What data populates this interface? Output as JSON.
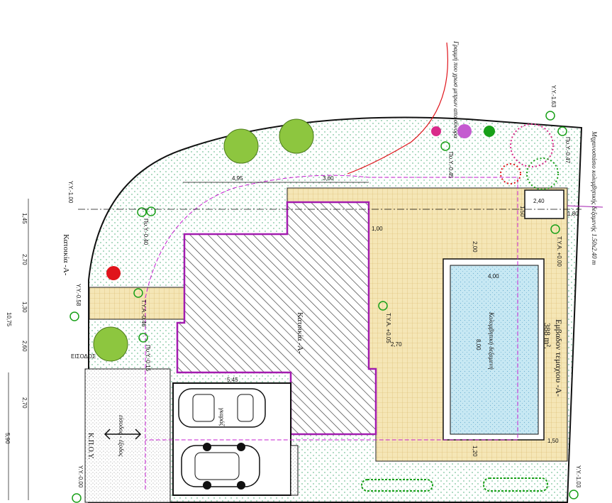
{
  "building_label": "Κατοικία -Α-",
  "building_label_left": "Κατοικία -Α-",
  "plot_area_label": "Εμβαδον τεμαχιου -Α-",
  "plot_area_value": "388 m².",
  "pool_label": "Κολυμβητική δεξαμενή",
  "garage_label": "γκαράζ",
  "entrance_label": "ΕΙΣΟΔΟΣ",
  "road_label": "Κ.Π.Ο.Υ.",
  "entrance_sign": "είσοδος - έξοδος",
  "red_note": "Γραμμή που χρωσ μετρων απο σύνορα",
  "pump_note": "Μηχανοστάσιο κολυμβητικής δεξαμενής 1.50x2.40 m",
  "level_labels": {
    "yy_left_top": "Υ.Υ.-1.00",
    "yy_top_right": "Υ.Υ.-1.63",
    "yy_mid_left": "Υ.Υ.-0.58",
    "yy_bottom_left": "Υ.Υ.-0.00",
    "yy_bottom_right": "Υ.Υ.-1.03",
    "pv_047": "Πυ.Υ.-0.47",
    "pv_045": "Πυ.Υ.-0.45",
    "pv_040": "Πυ.Υ.-0.40",
    "ta_046": "Τ.Υ.Α.-0.46",
    "pv_015": "Πυ.Υ.-0.15",
    "ta_000_right": "Τ.Υ.Α. +0.00",
    "ta_005": "Τ.Υ.Α. +0.05"
  },
  "dimensions": {
    "d_495": "4,95",
    "d_360": "3,60",
    "d_100": "1,00",
    "d_240": "2,40",
    "d_150": "1,50",
    "d_180": "1,80",
    "d_200": "2,00",
    "d_400": "4,00",
    "d_270_mid": "2,70",
    "d_800": "8,00",
    "d_545": "5,45",
    "d_120": "1,20",
    "d_150_bottom": "1,50",
    "left_145": "1,45",
    "left_270": "2,70",
    "left_130": "1,30",
    "left_260": "2,60",
    "left_270b": "2,70",
    "left_1075": "10,75",
    "left_590": "5,90"
  },
  "colors": {
    "building_hatch": "#333333",
    "wall": "#111111",
    "magenta": "#c51fd0",
    "red_line": "#e0141b",
    "tile": "#f5e6b6",
    "tile_line": "#d8b96a",
    "pool": "#c7e8f3",
    "grass_dot": "#3aa66a",
    "marker_green": "#18a018",
    "tree": "#8dc63f"
  }
}
